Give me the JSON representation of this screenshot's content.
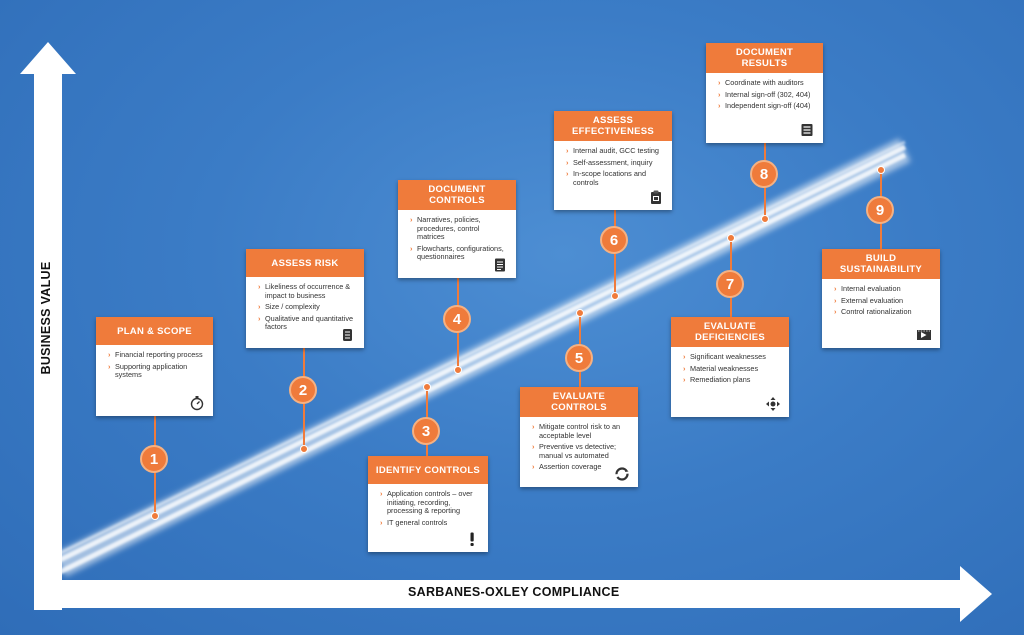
{
  "axes": {
    "y_label": "BUSINESS VALUE",
    "x_label": "SARBANES-OXLEY COMPLIANCE"
  },
  "colors": {
    "accent": "#ef7b3b",
    "sky": "#3b7cc6",
    "card": "#ffffff"
  },
  "steps": [
    {
      "number": "1",
      "title": "PLAN & SCOPE",
      "bullets": [
        "Financial reporting process",
        "Supporting application systems"
      ],
      "icon": "stopwatch-icon"
    },
    {
      "number": "2",
      "title": "ASSESS RISK",
      "bullets": [
        "Likeliness of occurrence & impact to business",
        "Size / complexity",
        "Qualitative and quantitative factors"
      ],
      "icon": "scroll-icon"
    },
    {
      "number": "3",
      "title": "IDENTIFY CONTROLS",
      "bullets": [
        "Application controls – over initiating, recording, processing & reporting",
        "IT general controls"
      ],
      "icon": "exclamation-icon"
    },
    {
      "number": "4",
      "title": "DOCUMENT CONTROLS",
      "bullets": [
        "Narratives, policies, procedures, control matrices",
        "Flowcharts, configurations, questionnaires"
      ],
      "icon": "document-icon"
    },
    {
      "number": "5",
      "title": "EVALUATE CONTROLS",
      "bullets": [
        "Mitigate control risk to an acceptable level",
        "Preventive vs detective; manual vs automated",
        "Assertion coverage"
      ],
      "icon": "cycle-icon"
    },
    {
      "number": "6",
      "title": "ASSESS EFFECTIVENESS",
      "bullets": [
        "Internal audit, GCC testing",
        "Self-assessment, inquiry",
        "In-scope locations and controls"
      ],
      "icon": "clipboard-icon"
    },
    {
      "number": "7",
      "title": "EVALUATE DEFICIENCIES",
      "bullets": [
        "Significant weaknesses",
        "Material weaknesses",
        "Remediation plans"
      ],
      "icon": "arrows-icon"
    },
    {
      "number": "8",
      "title": "DOCUMENT RESULTS",
      "bullets": [
        "Coordinate with auditors",
        "Internal sign-off (302, 404)",
        "Independent sign-off (404)"
      ],
      "icon": "binder-icon"
    },
    {
      "number": "9",
      "title": "BUILD SUSTAINABILITY",
      "bullets": [
        "Internal evaluation",
        "External evaluation",
        "Control rationalization"
      ],
      "icon": "forward-icon"
    }
  ]
}
